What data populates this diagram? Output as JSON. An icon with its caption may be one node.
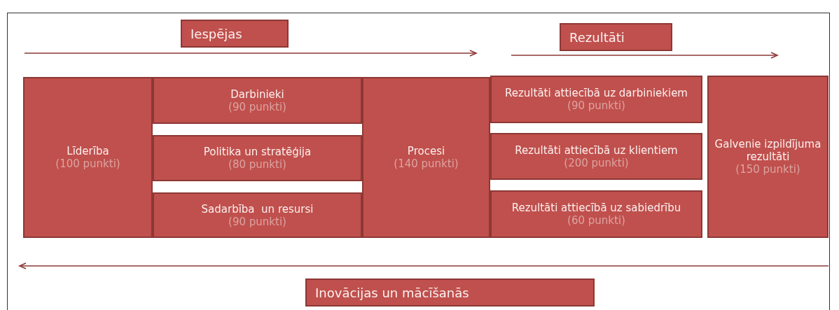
{
  "diagram": {
    "nodes": [
      {
        "text": [
          "Iespējas"
        ]
      },
      {
        "text": [
          "Rezultāti"
        ]
      },
      {
        "text": [
          "Līderība",
          "(100 punkti)"
        ]
      },
      {
        "text": [
          "Darbinieki",
          "(90 punkti)"
        ]
      },
      {
        "text": [
          "Politika un stratēģija",
          "(80 punkti)"
        ]
      },
      {
        "text": [
          "Sadarbība  un resursi",
          "(90 punkti)"
        ]
      },
      {
        "text": [
          "Procesi",
          "(140 punkti)"
        ]
      },
      {
        "text": [
          "Rezultāti attiecībā uz darbiniekiem",
          "(90 punkti)"
        ]
      },
      {
        "text": [
          "Rezultāti attiecībā uz klientiem",
          "(200 punkti)"
        ]
      },
      {
        "text": [
          "Rezultāti attiecībā uz sabiedrību",
          "(60 punkti)"
        ]
      },
      {
        "text": [
          "Galvenie izpildījuma rezultāti",
          "(150 punkti)"
        ]
      },
      {
        "text": [
          "Inovācijas un mācīšanās"
        ]
      }
    ]
  }
}
